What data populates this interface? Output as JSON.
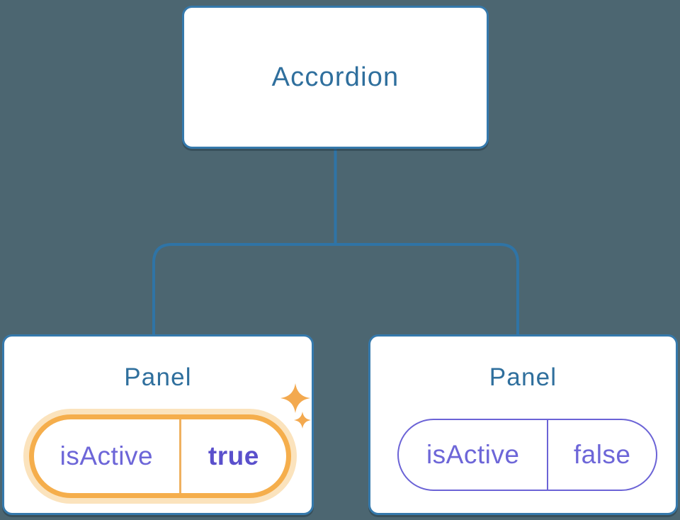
{
  "colors": {
    "background": "#4C6671",
    "node_fill": "#FFFFFF",
    "node_border": "#3579AC",
    "label_blue": "#2F6F9D",
    "connector_blue": "#2F74A6",
    "state_purple": "#6D66D8",
    "state_value_purple": "#5A50CC",
    "highlight_orange": "#F5AE4C",
    "highlight_glow": "#FBE3BD",
    "divider_orange": "#EFB160",
    "sparkle_orange": "#F3A94F"
  },
  "tree": {
    "root": {
      "label": "Accordion"
    },
    "panels": [
      {
        "label": "Panel",
        "state_name": "isActive",
        "state_value": "true",
        "highlighted": true
      },
      {
        "label": "Panel",
        "state_name": "isActive",
        "state_value": "false",
        "highlighted": false
      }
    ]
  }
}
